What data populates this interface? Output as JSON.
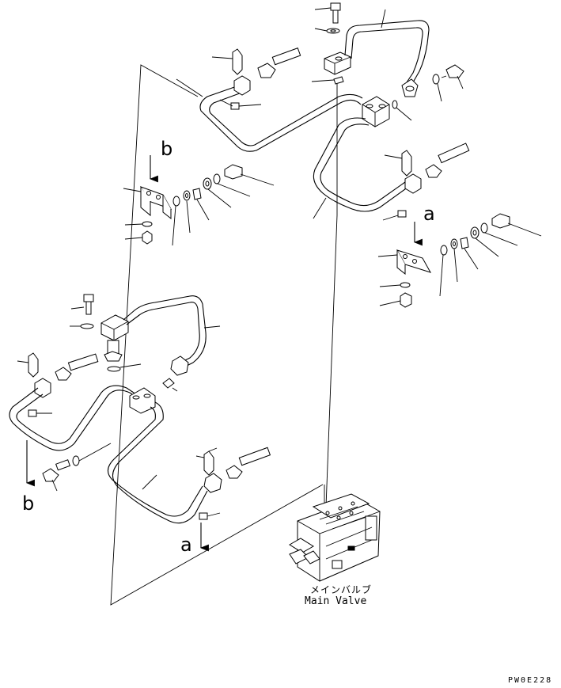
{
  "diagram": {
    "callout_letters": {
      "b_upper": "b",
      "a_upper": "a",
      "b_lower": "b",
      "a_lower": "a"
    },
    "component_label": {
      "japanese": "メインバルブ",
      "english": "Main Valve"
    },
    "figure_code": "PW0E228",
    "colors": {
      "line": "#000000",
      "background": "#ffffff"
    }
  }
}
